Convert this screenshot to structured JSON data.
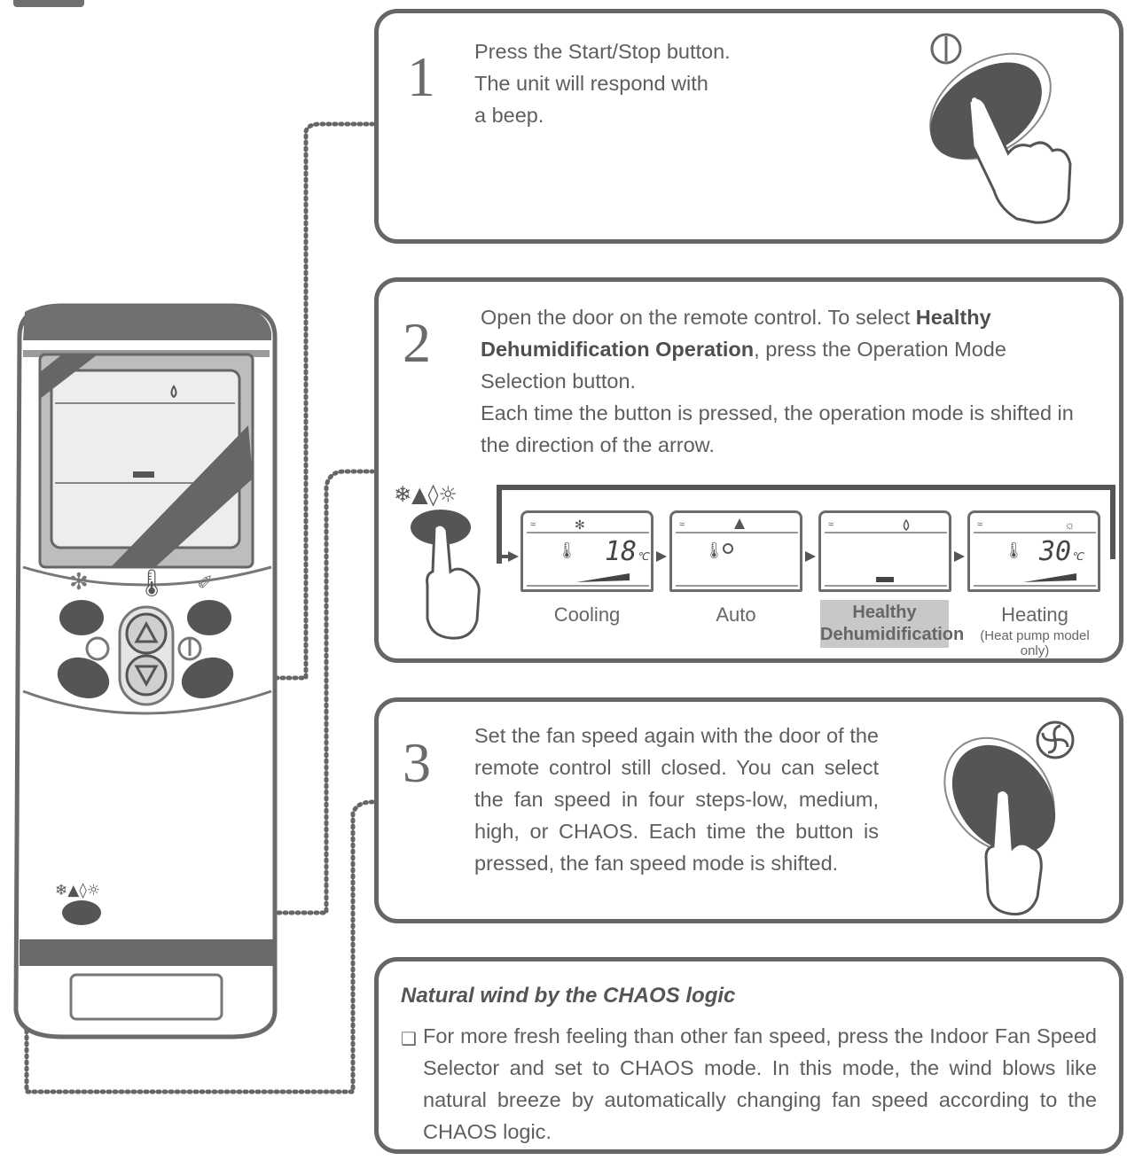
{
  "step1": {
    "number": "1",
    "lines": [
      "Press the Start/Stop button.",
      "The unit will respond with",
      "a beep."
    ]
  },
  "step2": {
    "number": "2",
    "text_pre": "Open the door on the remote control. To select ",
    "text_bold": "Healthy Dehumidification Operation",
    "text_post": ", press the Operation Mode Selection button.",
    "text2": "Each time the button is pressed, the operation mode is shifted in the direction of the arrow.",
    "modes": [
      {
        "label": "Cooling",
        "temp": "18",
        "unit": "℃"
      },
      {
        "label": "Auto"
      },
      {
        "label": "Healthy Dehumidification"
      },
      {
        "label": "Heating",
        "sublabel": "(Heat pump model only)",
        "temp": "30",
        "unit": "℃"
      }
    ]
  },
  "step3": {
    "number": "3",
    "text": "Set the fan speed again with the door of the remote control still closed. You can select the fan speed in four steps-low, medium, high, or CHAOS. Each time the button is pressed, the fan speed mode is shifted."
  },
  "note": {
    "title": "Natural wind by the CHAOS logic",
    "bullet": "❑",
    "text": "For more fresh feeling than other fan speed, press the Indoor Fan Speed Selector and set to CHAOS mode. In this mode, the wind blows like natural breeze by automatically changing fan speed according to the CHAOS logic."
  },
  "colors": {
    "line": "#666666",
    "highlight": "#c8c8c8",
    "button": "#555555"
  }
}
